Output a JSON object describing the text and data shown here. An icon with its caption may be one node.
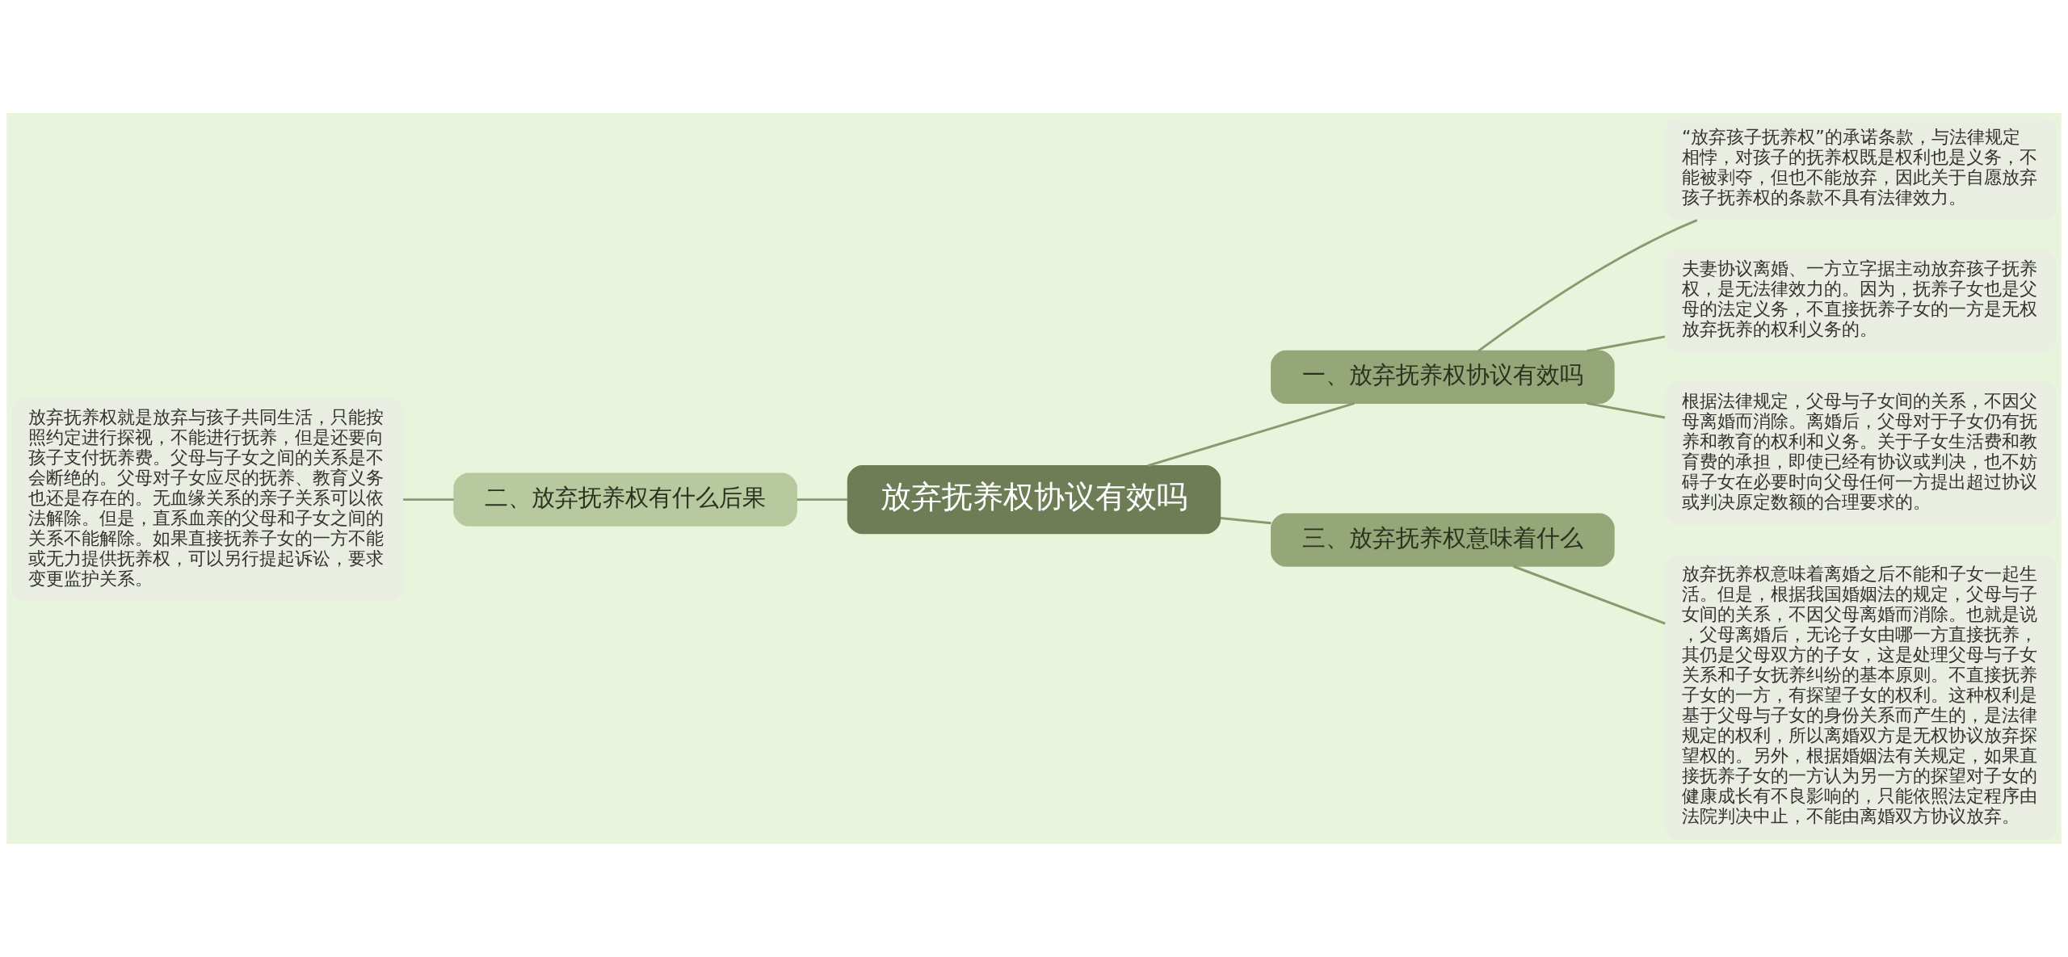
{
  "diagram": {
    "nodes": [
      {
        "text": [
          "放弃抚养权协议有效吗"
        ]
      },
      {
        "text": [
          "一、放弃抚养权协议有效吗"
        ]
      },
      {
        "text": [
          "“放弃孩子抚养权”的承诺条款，与法律规定相悖，对孩子的抚养权既是权利也是义务，不能被剥夺，但也不能放弃，因此关于自愿放弃孩子抚养权的条款不具有法律效力。"
        ]
      },
      {
        "text": [
          "夫妻协议离婚、一方立字据主动放弃孩子抚养权，是无法律效力的。因为，抚养子女也是父母的法定义务，不直接抚养子女的一方是无权放弃抚养的权利义务的。"
        ]
      },
      {
        "text": [
          "根据法律规定，父母与子女间的关系，不因父母离婚而消除。离婚后，父母对于子女仍有抚养和教育的权利和义务。关于子女生活费和教育费的承担，即使已经有协议或判决，也不妨碍子女在必要时向父母任何一方提出超过协议或判决原定数额的合理要求的。"
        ]
      },
      {
        "text": [
          "二、放弃抚养权有什么后果"
        ]
      },
      {
        "text": [
          "放弃抚养权就是放弃与孩子共同生活，只能按照约定进行探视，不能进行抚养，但是还要向孩子支付抚养费。父母与子女之间的关系是不会断绝的。父母对子女应尽的抚养、教育义务也还是存在的。无血缘关系的亲子关系可以依法解除。但是，直系血亲的父母和子女之间的关系不能解除。如果直接抚养子女的一方不能或无力提供抚养权，可以另行提起诉讼，要求变更监护关系。"
        ]
      },
      {
        "text": [
          "三、放弃抚养权意味着什么"
        ]
      },
      {
        "text": [
          "放弃抚养权意味着离婚之后不能和子女一起生活。但是，根据我国婚姻法的规定，父母与子女间的关系，不因父母离婚而消除。也就是说，父母离婚后，无论子女由哪一方直接抚养，其仍是父母双方的子女，这是处理父母与子女关系和子女抚养纠纷的基本原则。不直接抚养子女的一方，有探望子女的权利。这种权利是基于父母与子女的身份关系而产生的，是法律规定的权利，所以离婚双方是无权协议放弃探望权的。另外，根据婚姻法有关规定，如果直接抚养子女的一方认为另一方的探望对子女的健康成长有不良影响的，只能依照法定程序由法院判决中止，不能由离婚双方协议放弃。"
        ]
      }
    ],
    "edges": [
      {
        "from": 0,
        "to": 1,
        "arrow": "none"
      },
      {
        "from": 1,
        "to": 2,
        "arrow": "none"
      },
      {
        "from": 1,
        "to": 3,
        "arrow": "none"
      },
      {
        "from": 1,
        "to": 4,
        "arrow": "none"
      },
      {
        "from": 0,
        "to": 5,
        "arrow": "none"
      },
      {
        "from": 5,
        "to": 6,
        "arrow": "none"
      },
      {
        "from": 0,
        "to": 7,
        "arrow": "none"
      },
      {
        "from": 7,
        "to": 8,
        "arrow": "none"
      }
    ]
  }
}
